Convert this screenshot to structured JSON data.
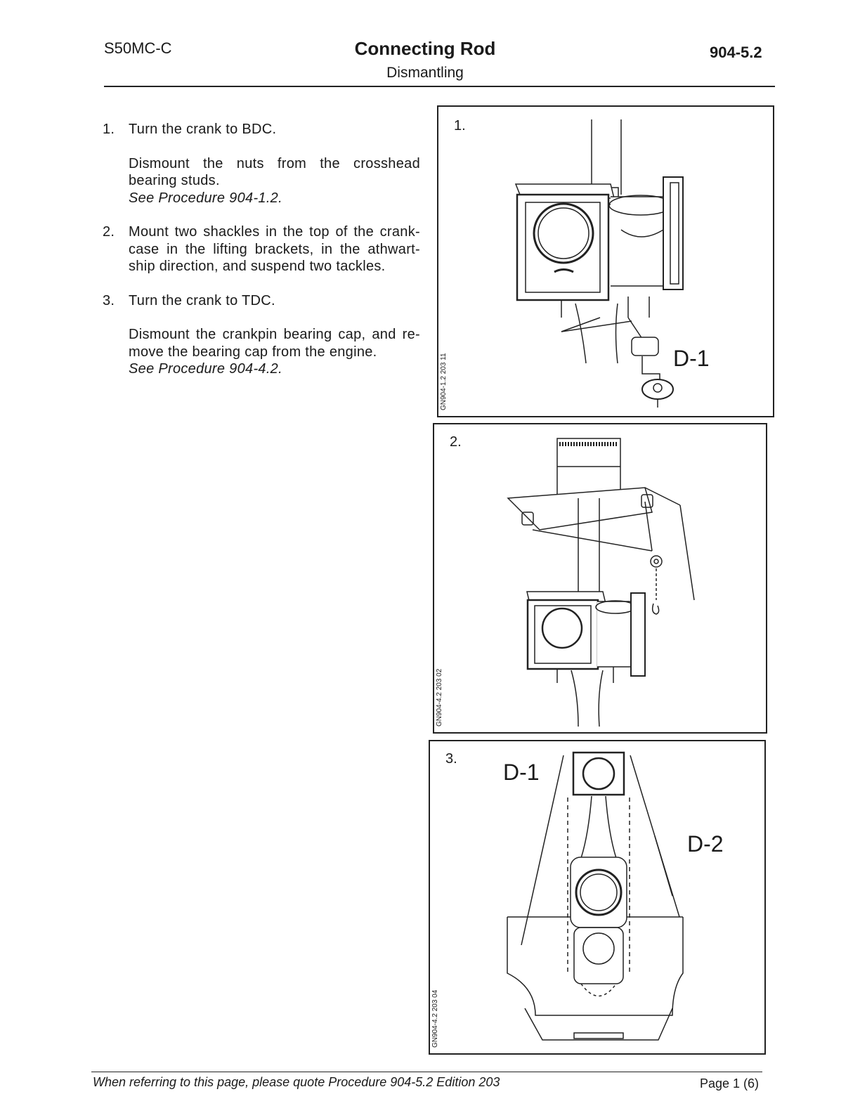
{
  "header": {
    "engine": "S50MC-C",
    "title": "Connecting Rod",
    "subtitle": "Dismantling",
    "code": "904-5.2"
  },
  "steps": [
    {
      "num": "1.",
      "paras": [
        {
          "text": "Turn the crank to BDC."
        },
        {
          "text": "Dismount the nuts from the crosshead bearing studs.",
          "ref": "See Procedure 904-1.2."
        }
      ]
    },
    {
      "num": "2.",
      "paras": [
        {
          "text": "Mount two shackles in the top of the crank-case in the lifting brackets, in the athwart-ship direction, and suspend two tackles."
        }
      ]
    },
    {
      "num": "3.",
      "paras": [
        {
          "text": "Turn the crank to TDC."
        },
        {
          "text": "Dismount the crankpin bearing cap, and re-move the bearing cap from the engine.",
          "ref": "See Procedure 904-4.2."
        }
      ]
    }
  ],
  "figures": [
    {
      "num": "1.",
      "code": "GN904-1.2 203 11",
      "labels": [
        "D-1"
      ]
    },
    {
      "num": "2.",
      "code": "GN904-4.2 203 02",
      "labels": []
    },
    {
      "num": "3.",
      "code": "GN904-4.2 203 04",
      "labels": [
        "D-1",
        "D-2"
      ]
    }
  ],
  "footer": {
    "reference": "When referring to this page, please quote Procedure 904-5.2 Edition 203",
    "page": "Page 1 (6)"
  }
}
